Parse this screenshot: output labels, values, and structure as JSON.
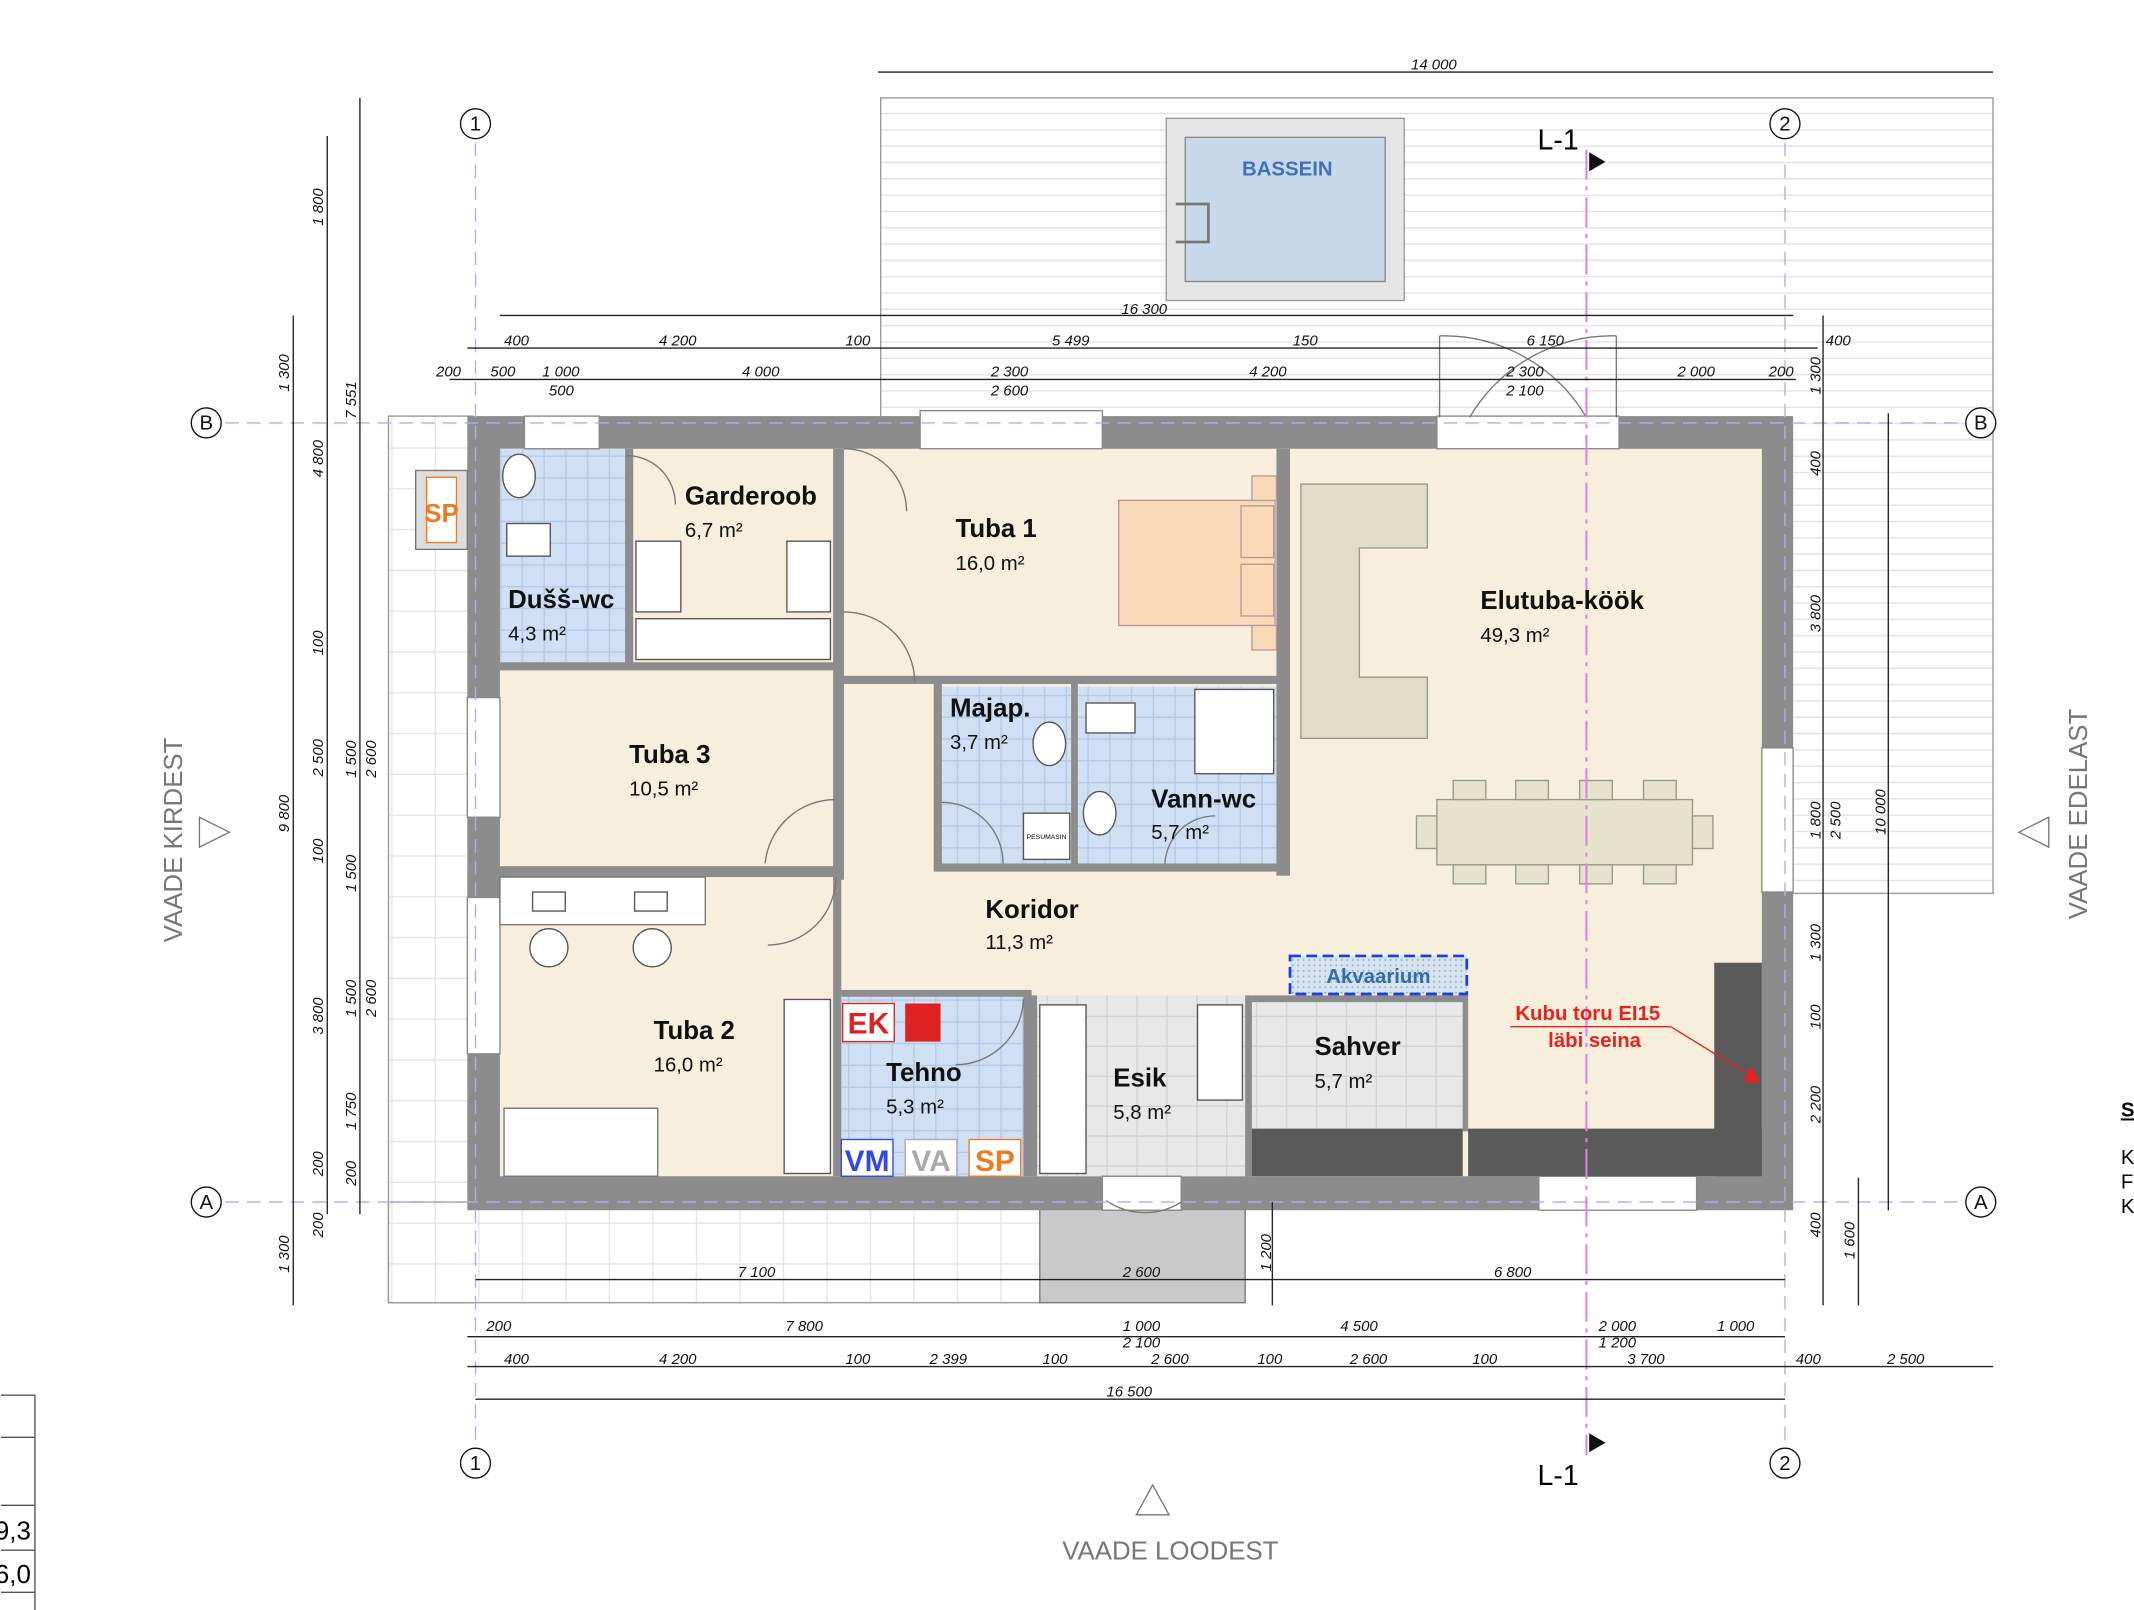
{
  "pool": {
    "label": "BASSEIN"
  },
  "section": {
    "label": "L-1"
  },
  "grid": {
    "col1": "1",
    "col2": "2",
    "rowA": "A",
    "rowB": "B"
  },
  "views": {
    "left": "VAADE KIRDEST",
    "right": "VAADE EDELAST",
    "bottom": "VAADE LOODEST"
  },
  "rooms": [
    {
      "name": "Garderoob",
      "area": "6,7 m²"
    },
    {
      "name": "Tuba 1",
      "area": "16,0 m²"
    },
    {
      "name": "Elutuba-köök",
      "area": "49,3 m²"
    },
    {
      "name": "Dušš-wc",
      "area": "4,3 m²"
    },
    {
      "name": "Tuba 3",
      "area": "10,5 m²"
    },
    {
      "name": "Majap.",
      "area": "3,7 m²"
    },
    {
      "name": "Vann-wc",
      "area": "5,7 m²"
    },
    {
      "name": "Koridor",
      "area": "11,3 m²"
    },
    {
      "name": "Tuba 2",
      "area": "16,0 m²"
    },
    {
      "name": "Tehno",
      "area": "5,3 m²"
    },
    {
      "name": "Esik",
      "area": "5,8 m²"
    },
    {
      "name": "Sahver",
      "area": "5,7 m²"
    }
  ],
  "labels": {
    "aquarium": "Akvaarium",
    "note_line1": "Kubu toru EI15",
    "note_line2": "läbi seina",
    "ek": "EK",
    "vm": "VM",
    "va": "VA",
    "sp": "SP",
    "sp_left": "SP",
    "washer": "PESUMASIN"
  },
  "colors": {
    "wet": "#cfe0f5",
    "floor": "#f7eedc",
    "tile": "#e6e6e6",
    "wall": "#8c8c8c",
    "note": "#e8231f",
    "section": "#e27ee6"
  },
  "dims": {
    "top_total": "14 000",
    "row1": "16 300",
    "row2": [
      "400",
      "4 200",
      "100",
      "5 499",
      "150",
      "6 150",
      "400"
    ],
    "row3": [
      "200",
      "500",
      "1 000",
      "4 000",
      "2 300",
      "4 200",
      "2 300",
      "2 000",
      "200"
    ],
    "row3b": [
      "500",
      "2 600",
      "2 100"
    ],
    "left_outer": [
      "1 300",
      "9 800",
      "1 300"
    ],
    "left_mid": [
      "1 800",
      "4 800",
      "100",
      "2 500",
      "100",
      "3 800",
      "200",
      "200"
    ],
    "left_inner": [
      "7 551",
      "1 500",
      "2 600",
      "1 500",
      "1 500",
      "2 600",
      "1 750",
      "200"
    ],
    "right": [
      "1 300",
      "400",
      "3 800",
      "1 800",
      "1 300",
      "100",
      "2 200",
      "400"
    ],
    "right2": [
      "2 500",
      "10 000",
      "1 600"
    ],
    "bottom_inner": [
      "7 100",
      "2 600",
      "6 800",
      "1 200"
    ],
    "b1": [
      "200",
      "7 800",
      "1 000",
      "4 500",
      "2 000",
      "1 000"
    ],
    "b1b": [
      "2 100",
      "1 200"
    ],
    "b2": [
      "400",
      "4 200",
      "100",
      "2 399",
      "100",
      "2 600",
      "100",
      "2 600",
      "100",
      "3 700",
      "400",
      "2 500"
    ],
    "b3": "16 500"
  },
  "side_table": {
    "values": [
      "9,3",
      "6,0"
    ]
  },
  "side_legend": {
    "letters": [
      "S",
      "K",
      "F",
      "K"
    ]
  }
}
